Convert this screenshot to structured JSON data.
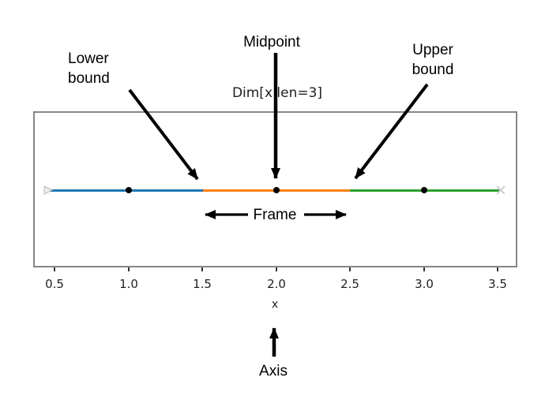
{
  "annotations": {
    "lower_bound": {
      "line1": "Lower",
      "line2": "bound",
      "points_to": "frame lower bound at x=1.5"
    },
    "midpoint": {
      "label": "Midpoint",
      "points_to": "frame midpoint at x=2.0"
    },
    "upper_bound": {
      "line1": "Upper",
      "line2": "bound",
      "points_to": "frame upper bound at x=2.5"
    },
    "frame": {
      "label": "Frame",
      "spans": "x=1.5 to x=2.5"
    },
    "axis": {
      "label": "Axis",
      "points_to": "x axis label"
    }
  },
  "chart_data": {
    "type": "line",
    "title": "Dim[x len=3]",
    "xlabel": "x",
    "xlim": [
      0.35,
      3.65
    ],
    "xticks": [
      0.5,
      1.0,
      1.5,
      2.0,
      2.5,
      3.0,
      3.5
    ],
    "xtick_labels": [
      "0.5",
      "1.0",
      "1.5",
      "2.0",
      "2.5",
      "3.0",
      "3.5"
    ],
    "grid": false,
    "legend": "none",
    "series": [
      {
        "name": "lower-segment",
        "color": "#1f77b4",
        "x": [
          0.45,
          1.5
        ],
        "style": "solid horizontal segment"
      },
      {
        "name": "frame-segment",
        "color": "#ff7f0e",
        "x": [
          1.5,
          2.5
        ],
        "style": "solid horizontal segment"
      },
      {
        "name": "upper-segment",
        "color": "#2ca02c",
        "x": [
          2.5,
          3.55
        ],
        "style": "solid horizontal segment"
      }
    ],
    "points": {
      "x": [
        1.0,
        2.0,
        3.0
      ],
      "marker": "filled-circle",
      "color": "#000000"
    },
    "end_markers": {
      "left": {
        "shape": "right-triangle",
        "x": 0.45,
        "color": "#ededed",
        "edge": "#b8b8b8"
      },
      "right": {
        "shape": "x-cross",
        "x": 3.55,
        "color": "#c9c9c9"
      }
    },
    "colors": {
      "box_border": "#868686",
      "arrow": "#000000",
      "text": "#1f1f1f"
    }
  }
}
